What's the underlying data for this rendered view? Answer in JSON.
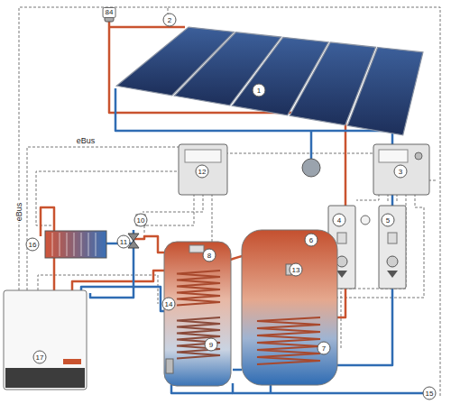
{
  "diagram": {
    "labels": [
      "84",
      "2",
      "1",
      "3",
      "eBus",
      "12",
      "eBus",
      "16",
      "4",
      "5",
      "10",
      "11",
      "6",
      "8",
      "13",
      "14",
      "9",
      "7",
      "17",
      "15"
    ]
  }
}
